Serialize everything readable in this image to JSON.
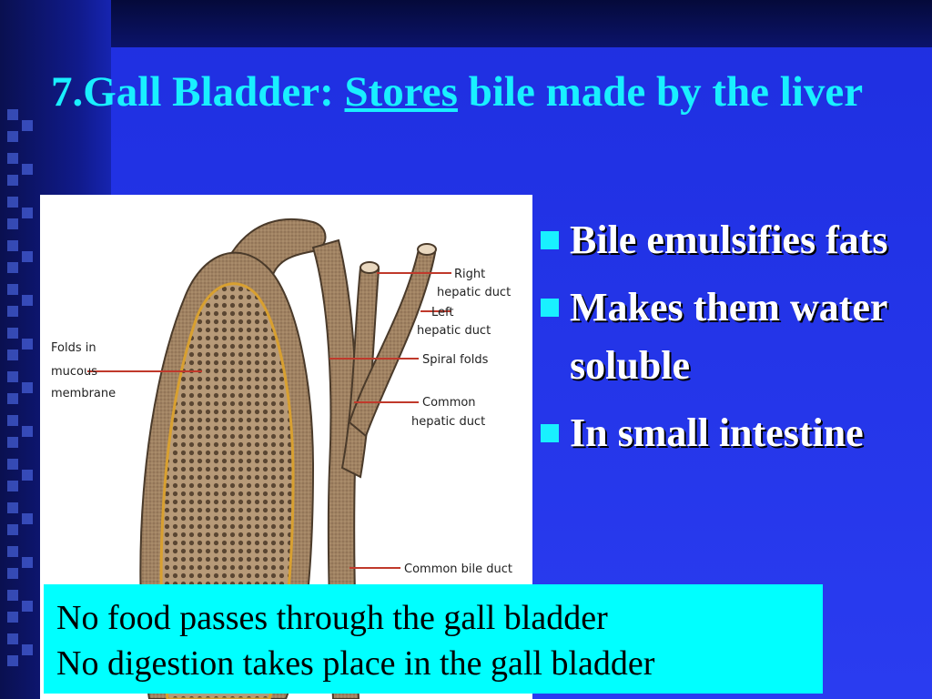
{
  "title": {
    "number": "7.",
    "term": "Gall Bladder",
    "colon": ":",
    "space": " ",
    "underlined": "Stores",
    "rest": " bile made by the liver"
  },
  "bullets": [
    "Bile emulsifies fats",
    "Makes them water soluble",
    "In small intestine"
  ],
  "diagram": {
    "labels": {
      "right_hepatic_1": "Right",
      "right_hepatic_2": "hepatic duct",
      "left_hepatic_1": "Left",
      "left_hepatic_2": "hepatic duct",
      "spiral": "Spiral folds",
      "common_hepatic_1": "Common",
      "common_hepatic_2": "hepatic duct",
      "common_bile": "Common bile duct",
      "folds_1": "Folds in",
      "folds_2": "mucous",
      "folds_3": "membrane"
    }
  },
  "note": {
    "line1": "No food passes through the gall bladder",
    "line2": "No digestion takes place in the gall bladder"
  },
  "colors": {
    "background": "#2233e6",
    "title": "#19f0ff",
    "bullet_square": "#19f0ff",
    "note_bg": "#00ffff",
    "organ": "#a08262",
    "leader_line": "#c0392b"
  }
}
